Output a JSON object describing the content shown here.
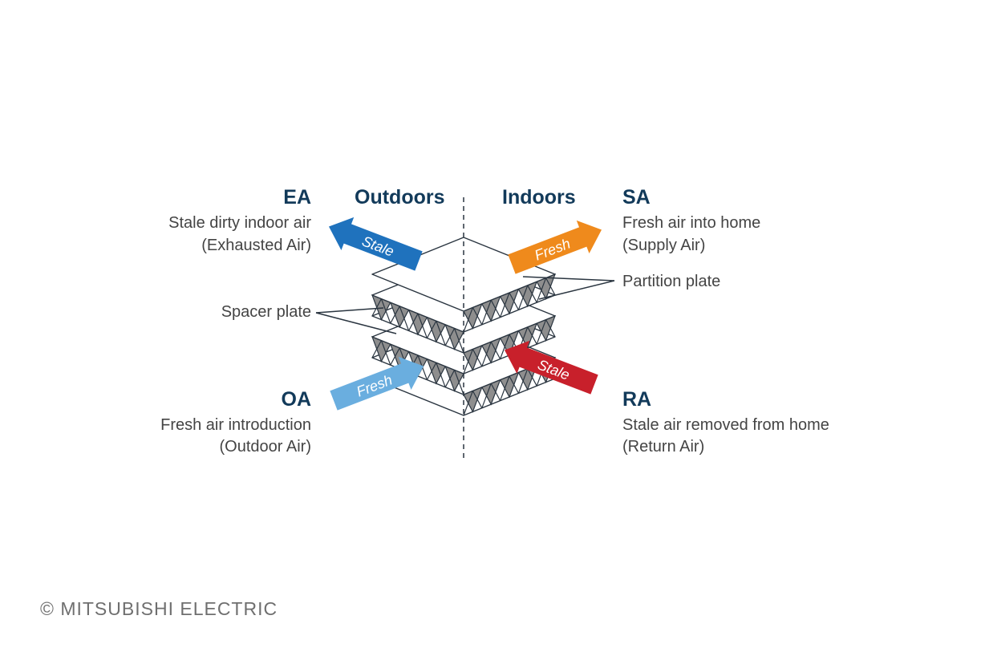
{
  "headings": {
    "outdoors": "Outdoors",
    "indoors": "Indoors"
  },
  "ea": {
    "code": "EA",
    "line1": "Stale dirty indoor air",
    "line2": "(Exhausted Air)"
  },
  "sa": {
    "code": "SA",
    "line1": "Fresh air into home",
    "line2": "(Supply Air)"
  },
  "oa": {
    "code": "OA",
    "line1": "Fresh air introduction",
    "line2": "(Outdoor Air)"
  },
  "ra": {
    "code": "RA",
    "line1": "Stale air removed from home",
    "line2": "(Return Air)"
  },
  "labels": {
    "partition_plate": "Partition plate",
    "spacer_plate": "Spacer plate"
  },
  "arrows": {
    "ea": {
      "text": "Stale",
      "color": "#1f72bd"
    },
    "sa": {
      "text": "Fresh",
      "color": "#ef8a1c"
    },
    "oa": {
      "text": "Fresh",
      "color": "#6aaedf"
    },
    "ra": {
      "text": "Stale",
      "color": "#c8202b"
    }
  },
  "copyright": "© MITSUBISHI ELECTRIC",
  "colors": {
    "heading": "#123a5a",
    "text": "#444444",
    "line": "#2a3540",
    "fin": "#8e8e8e"
  }
}
